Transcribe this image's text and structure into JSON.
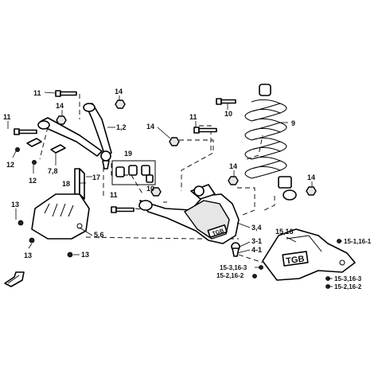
{
  "labels": {
    "l_11_top": "11",
    "l_14_top": "14",
    "l_11_left": "11",
    "l_14_left": "14",
    "l_1_2": "1,2",
    "l_12_a": "12",
    "l_12_b": "12",
    "l_7_8": "7,8",
    "l_19": "19",
    "l_18": "18",
    "l_17": "17",
    "l_11_mid": "11",
    "l_10_mid": "10",
    "l_14_mid": "14",
    "l_11_right": "11",
    "l_10_right": "10",
    "l_9": "9",
    "l_14_shock": "14",
    "l_14_far": "14",
    "l_13_a": "13",
    "l_5_6": "5,6",
    "l_13_b": "13",
    "l_13_c": "13",
    "l_3_4": "3,4",
    "l_15_16": "15,16",
    "l_3_1": "3-1",
    "l_4_1": "4-1",
    "l_15_1": "15-1,16-1",
    "l_15_3_left": "15-3,16-3",
    "l_15_2_left": "15-2,16-2",
    "l_15_3_right": "15-3,16-3",
    "l_15_2_right": "15-2,16-2"
  },
  "logos": {
    "arm_logo": "TGB",
    "plate_logo": "TGB"
  }
}
